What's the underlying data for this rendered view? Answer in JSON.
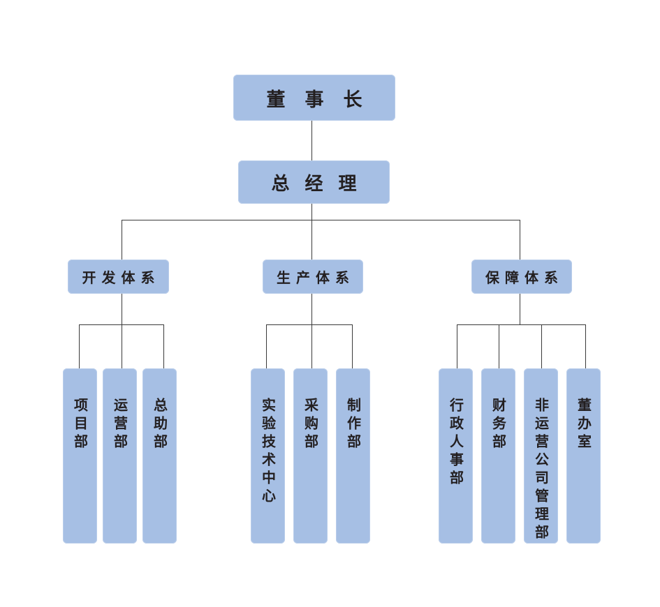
{
  "chairman": "董事长",
  "general_manager": "总经理",
  "systems": [
    {
      "label": "开发体系",
      "departments": [
        "项目部",
        "运营部",
        "总助部"
      ]
    },
    {
      "label": "生产体系",
      "departments": [
        "实验技术中心",
        "采购部",
        "制作部"
      ]
    },
    {
      "label": "保障体系",
      "departments": [
        "行政人事部",
        "财务部",
        "非运营公司管理部",
        "董办室"
      ]
    }
  ],
  "colors": {
    "box": "#a6bfe4",
    "line": "#3a3a3a",
    "text": "#231f20"
  }
}
